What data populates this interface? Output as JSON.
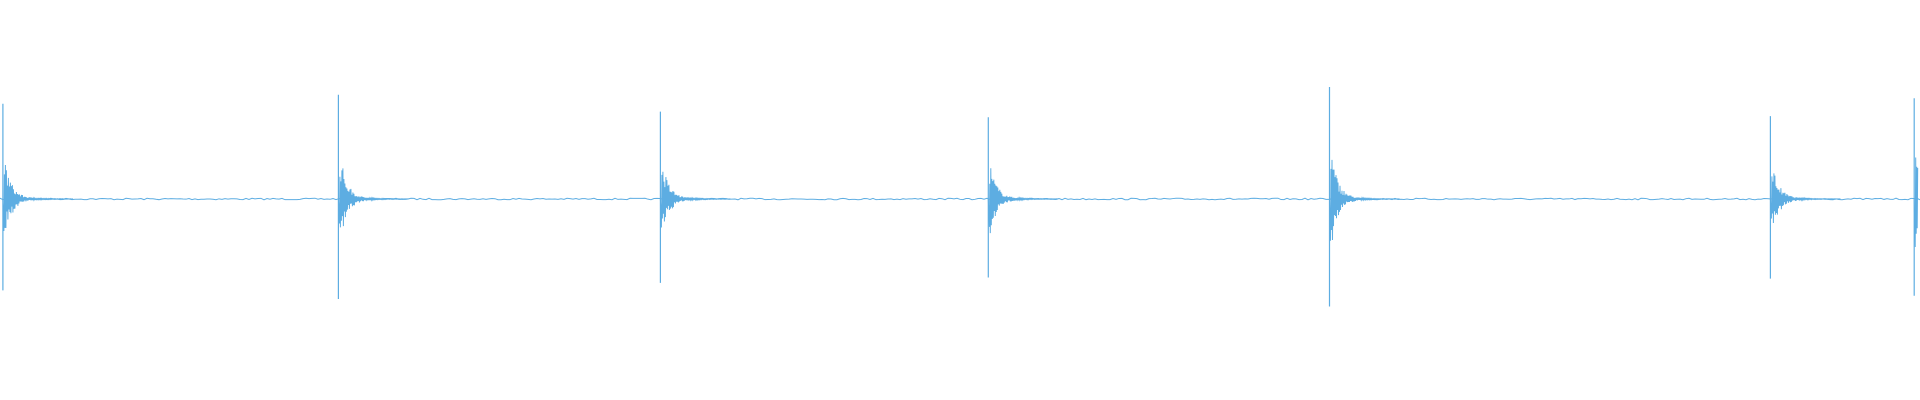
{
  "chart_data": {
    "type": "line",
    "title": "",
    "xlabel": "",
    "ylabel": "",
    "grid": false,
    "legend": "none",
    "color": "#5dade2",
    "xlim": [
      0,
      1
    ],
    "ylim": [
      -1,
      1
    ],
    "transients": [
      {
        "t": 0.001,
        "amplitude": 0.85
      },
      {
        "t": 0.176,
        "amplitude": 0.93
      },
      {
        "t": 0.344,
        "amplitude": 0.78
      },
      {
        "t": 0.515,
        "amplitude": 0.73
      },
      {
        "t": 0.693,
        "amplitude": 1.0
      },
      {
        "t": 0.923,
        "amplitude": 0.74
      },
      {
        "t": 0.998,
        "amplitude": 0.9
      }
    ]
  }
}
